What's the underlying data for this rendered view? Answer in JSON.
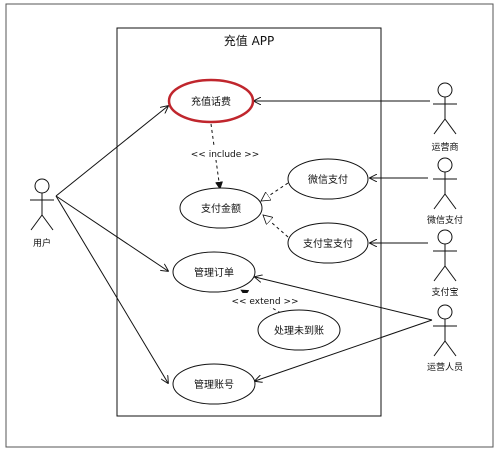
{
  "system": {
    "title": "充值 APP"
  },
  "use_cases": {
    "recharge": "充值话费",
    "pay_amount": "支付金额",
    "wechat_pay": "微信支付",
    "alipay": "支付宝支付",
    "manage_orders": "管理订单",
    "handle_unpaid": "处理未到账",
    "manage_account": "管理账号"
  },
  "actors": {
    "user": "用户",
    "operator": "运营商",
    "wechat": "微信支付",
    "alipay": "支付宝",
    "ops_staff": "运营人员"
  },
  "relations": {
    "include": "<< include >>",
    "extend": "<< extend >>"
  },
  "colors": {
    "highlight": "#c0262d",
    "line": "#111111",
    "background": "#ffffff"
  }
}
